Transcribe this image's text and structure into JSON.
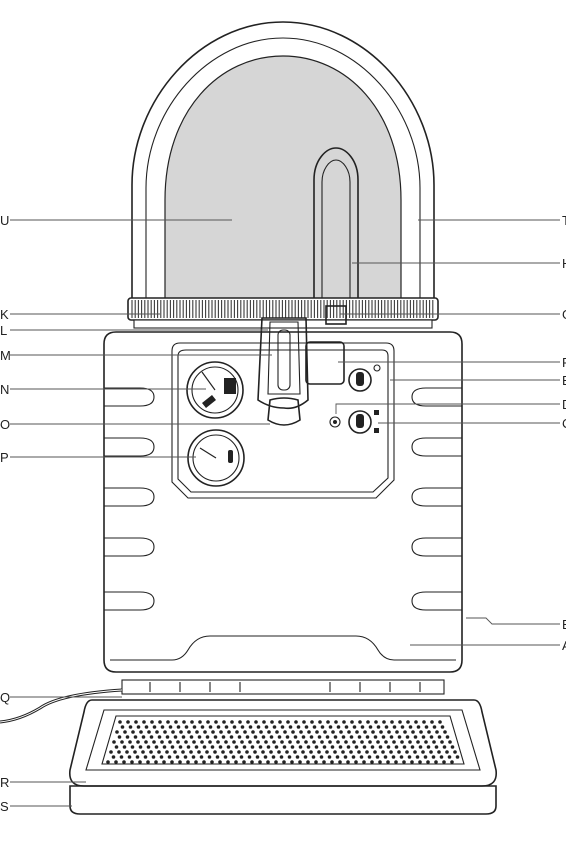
{
  "labels": {
    "left": [
      {
        "id": "U",
        "text": "U"
      },
      {
        "id": "K",
        "text": "K"
      },
      {
        "id": "L",
        "text": "L"
      },
      {
        "id": "M",
        "text": "M"
      },
      {
        "id": "N",
        "text": "N"
      },
      {
        "id": "O",
        "text": "O"
      },
      {
        "id": "P",
        "text": "P"
      },
      {
        "id": "Q",
        "text": "Q"
      },
      {
        "id": "R",
        "text": "R"
      },
      {
        "id": "S",
        "text": "S"
      }
    ],
    "right": [
      {
        "id": "T",
        "text": "T"
      },
      {
        "id": "H",
        "text": "H"
      },
      {
        "id": "G",
        "text": "G"
      },
      {
        "id": "F",
        "text": "F"
      },
      {
        "id": "E",
        "text": "E"
      },
      {
        "id": "D",
        "text": "D"
      },
      {
        "id": "C",
        "text": "C"
      },
      {
        "id": "B",
        "text": "B"
      },
      {
        "id": "A",
        "text": "A"
      }
    ]
  },
  "colors": {
    "outline": "#222222",
    "dome_fill": "#d6d6d6",
    "leader": "#555555",
    "ring_fill": "#3a3a3a"
  },
  "icons": {
    "gauge_top": "gauge-keg-level-icon",
    "gauge_bottom": "gauge-temperature-icon",
    "switch_top": "light-switch-icon",
    "switch_bottom": "lock-switch-icon",
    "drip_tray": "drip-tray-grate-icon"
  }
}
